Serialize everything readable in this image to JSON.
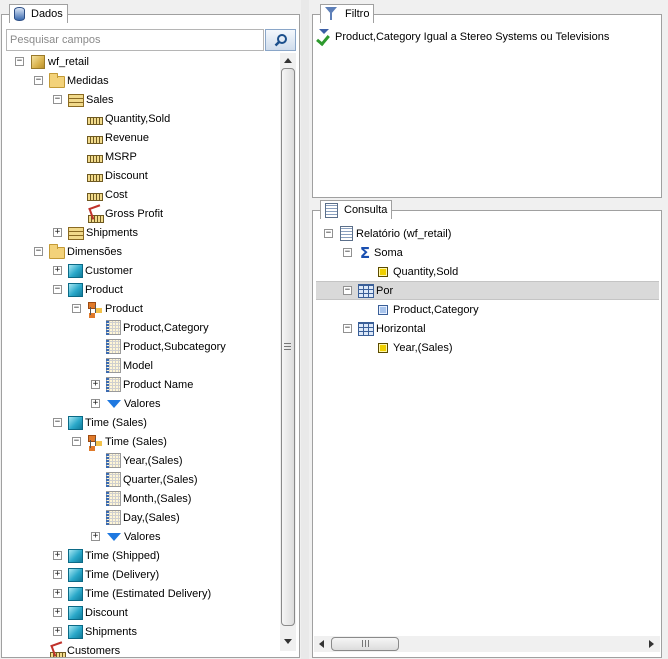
{
  "left_panel": {
    "title": "Dados",
    "search_placeholder": "Pesquisar campos",
    "tree": {
      "root": "wf_retail",
      "measures_folder": "Medidas",
      "sales": "Sales",
      "quantity_sold": "Quantity,Sold",
      "revenue": "Revenue",
      "msrp": "MSRP",
      "discount_measure": "Discount",
      "cost": "Cost",
      "gross_profit": "Gross Profit",
      "shipments_measure": "Shipments",
      "dimensions_folder": "Dimensões",
      "customer": "Customer",
      "product_dim": "Product",
      "product_hier": "Product",
      "product_category": "Product,Category",
      "product_subcategory": "Product,Subcategory",
      "model": "Model",
      "product_name": "Product Name",
      "valores_1": "Valores",
      "time_sales": "Time (Sales)",
      "time_sales_hier": "Time (Sales)",
      "year_sales": "Year,(Sales)",
      "quarter_sales": "Quarter,(Sales)",
      "month_sales": "Month,(Sales)",
      "day_sales": "Day,(Sales)",
      "valores_2": "Valores",
      "time_shipped": "Time (Shipped)",
      "time_delivery": "Time (Delivery)",
      "time_estimated_delivery": "Time (Estimated Delivery)",
      "discount_dim": "Discount",
      "shipments_dim": "Shipments",
      "customers": "Customers"
    }
  },
  "filter_panel": {
    "title": "Filtro",
    "condition": "Product,Category Igual a Stereo Systems ou Televisions"
  },
  "query_panel": {
    "title": "Consulta",
    "report": "Relatório (wf_retail)",
    "sum": "Soma",
    "sum_field": "Quantity,Sold",
    "by": "Por",
    "by_field": "Product,Category",
    "across": "Horizontal",
    "across_field": "Year,(Sales)"
  },
  "colors": {
    "border": "#a0a0a0",
    "selected_row": "#d9d9d9",
    "values_arrow": "#1e78e0",
    "sigma": "#1a4fb0"
  }
}
